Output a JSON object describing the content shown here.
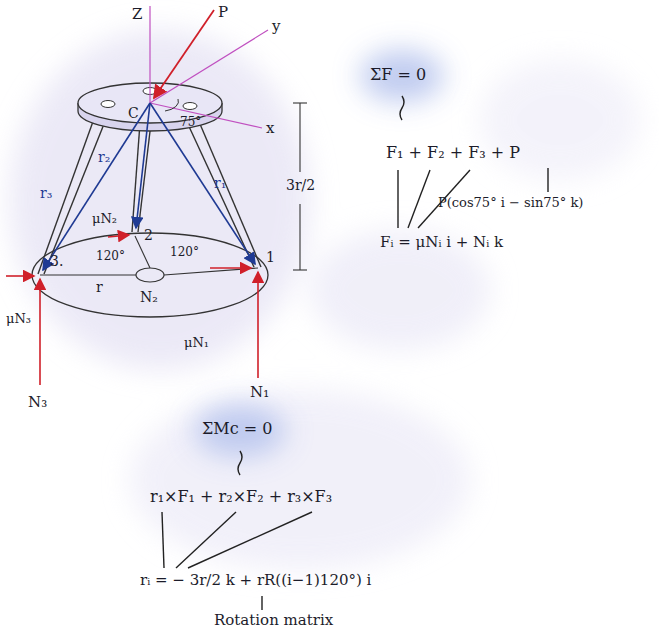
{
  "diagram": {
    "labels": [
      "Z",
      "P",
      "y",
      "C",
      "75°",
      "x",
      "r₂",
      "r₁",
      "r₃",
      "μN₂",
      "2",
      "3.",
      "120°",
      "120°",
      "r",
      "N₂",
      "1",
      "3r/2",
      "μN₃",
      "N₃",
      "μN₁",
      "N₁",
      "ΣF = 0",
      "F₁ + F₂ + F₃ + P",
      "P(cos75° i − sin75° k)",
      "Fᵢ = μNᵢ i + Nᵢ k",
      "ΣMc = 0",
      "r₁×F₁ + r₂×F₂ + r₃×F₃",
      "rᵢ = − 3r/2 k + rR((i−1)120°) i",
      "Rotation matrix"
    ]
  }
}
